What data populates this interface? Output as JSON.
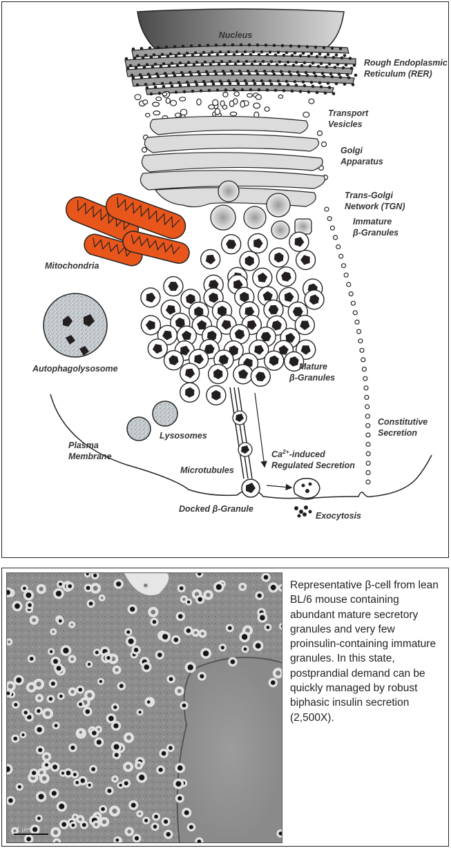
{
  "diagram": {
    "labels": {
      "nucleus": "Nucleus",
      "rer_1": "Rough Endoplasmic",
      "rer_2": "Reticulum (RER)",
      "transport_1": "Transport",
      "transport_2": "Vesicles",
      "golgi_1": "Golgi",
      "golgi_2": "Apparatus",
      "tgn_1": "Trans-Golgi",
      "tgn_2": "Network (TGN)",
      "immature_1": "Immature",
      "immature_2": "β-Granules",
      "mitochondria": "Mitochondria",
      "autophagolysosome": "Autophagolysosome",
      "mature_1": "Mature",
      "mature_2": "β-Granules",
      "lysosomes": "Lysosomes",
      "constitutive_1": "Constitutive",
      "constitutive_2": "Secretion",
      "plasma_1": "Plasma",
      "plasma_2": "Membrane",
      "ca_prefix": "Ca",
      "ca_sup": "2+",
      "ca_suffix": "-induced",
      "regulated": "Regulated Secretion",
      "microtubules": "Microtubules",
      "docked": "Docked β-Granule",
      "exocytosis": "Exocytosis"
    },
    "colors": {
      "mitochondria": "#e8561b",
      "organelle_fill": "#d9d9d9",
      "granule_core": "#231f20",
      "nucleus_dark": "#555555",
      "nucleus_light": "#d6d6d6"
    }
  },
  "micrograph": {
    "caption": "Representative β-cell from lean BL/6 mouse containing abundant mature secretory granules and very few proinsulin-containing immature granules.  In this state, postprandial demand can be quickly managed by robust biphasic insulin secretion (2,500X).",
    "scale_bar_label": "1 µm"
  }
}
